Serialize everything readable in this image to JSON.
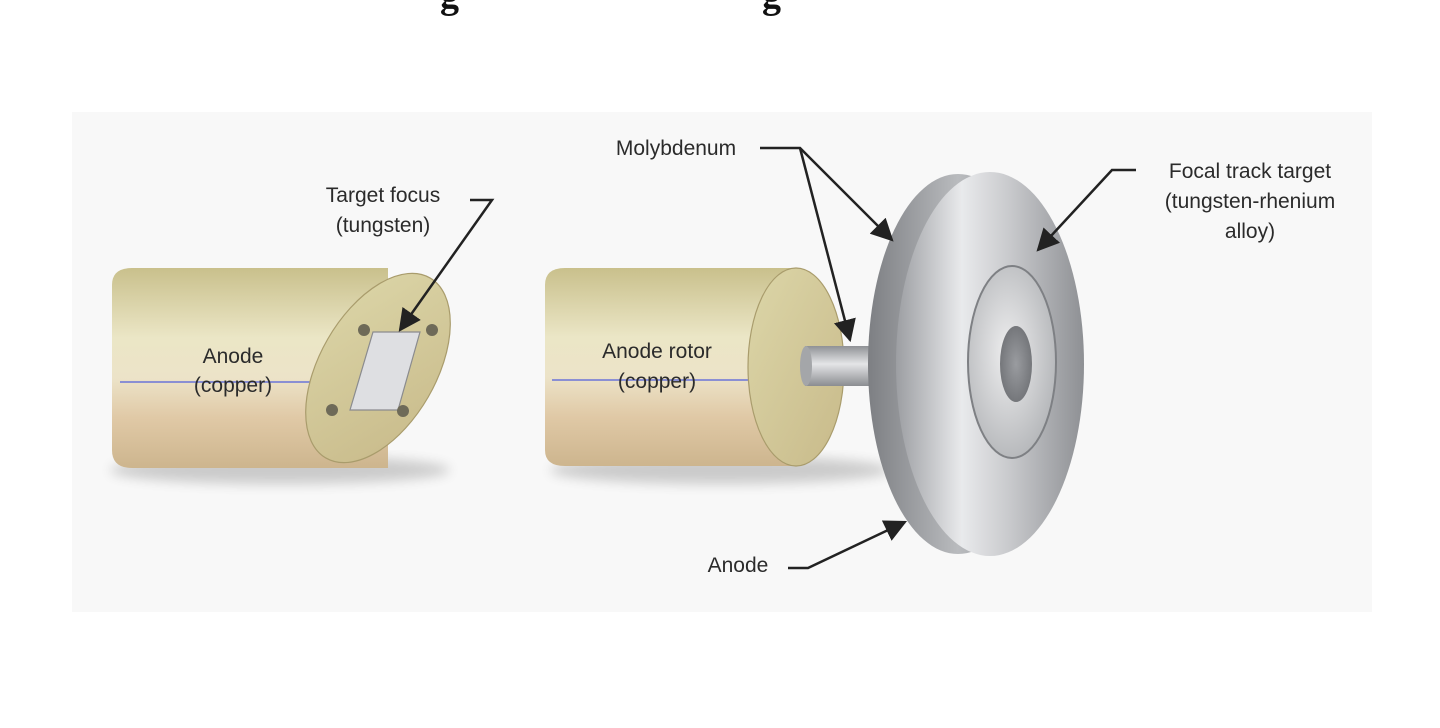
{
  "title_fragment": {
    "left": "g",
    "right": "g"
  },
  "labels": {
    "target_focus": [
      "Target focus",
      "(tungsten)"
    ],
    "anode_left": [
      "Anode",
      "(copper)"
    ],
    "molybdenum": "Molybdenum",
    "focal_track": [
      "Focal track target",
      "(tungsten-rhenium",
      "alloy)"
    ],
    "anode_rotor": [
      "Anode rotor",
      "(copper)"
    ],
    "anode_bottom": "Anode"
  },
  "colors": {
    "copper_top": "#cfc896",
    "copper_mid": "#e6e0bd",
    "copper_bottom": "#d9c29c",
    "disc_metal": "#c8c9cb",
    "face_tan": "#d6cf9c",
    "stripe": "#6b74d8",
    "arrow": "#222222",
    "panel": "#f8f8f8"
  }
}
